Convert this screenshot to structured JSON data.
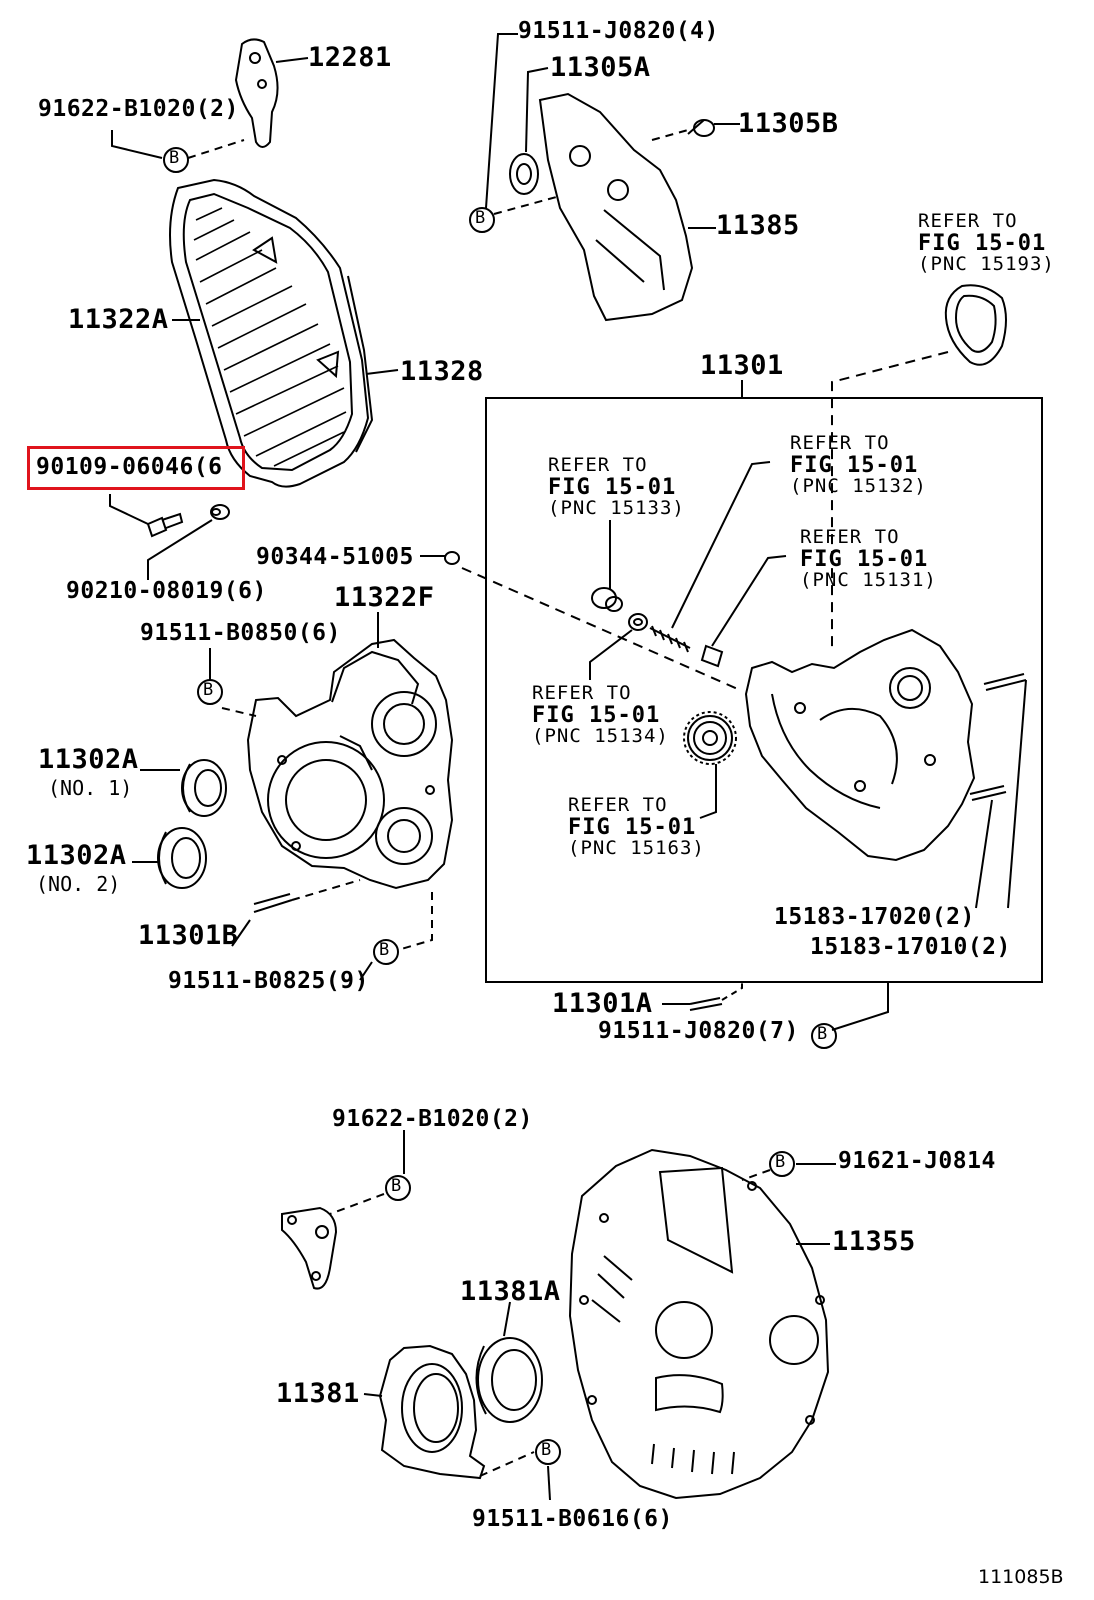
{
  "figure_id": "111085B",
  "labels": {
    "p12281": "12281",
    "p91622_top": "91622-B1020(2)",
    "p11322A": "11322A",
    "p11328": "11328",
    "p90109": "90109-06046(6",
    "p90210": "90210-08019(6)",
    "p90344": "90344-51005",
    "p11322F": "11322F",
    "p91511_B0850": "91511-B0850(6)",
    "p11302A_1": "11302A",
    "p11302A_1_sub": "(NO. 1)",
    "p11302A_2": "11302A",
    "p11302A_2_sub": "(NO. 2)",
    "p11301B": "11301B",
    "p91511_B0825": "91511-B0825(9)",
    "p91511_J0820_4": "91511-J0820(4)",
    "p11305A": "11305A",
    "p11305B": "11305B",
    "p11385": "11385",
    "p11301": "11301",
    "p15183_17020": "15183-17020(2)",
    "p15183_17010": "15183-17010(2)",
    "p11301A": "11301A",
    "p91511_J0820_7": "91511-J0820(7)",
    "p91622_bottom": "91622-B1020(2)",
    "p91621": "91621-J0814",
    "p11355": "11355",
    "p11381A": "11381A",
    "p11381": "11381",
    "p91511_B0616": "91511-B0616(6)"
  },
  "refs": {
    "r15193": {
      "l1": "REFER TO",
      "l2": "FIG 15-01",
      "l3": "(PNC 15193)"
    },
    "r15132": {
      "l1": "REFER TO",
      "l2": "FIG 15-01",
      "l3": "(PNC 15132)"
    },
    "r15133": {
      "l1": "REFER TO",
      "l2": "FIG 15-01",
      "l3": "(PNC 15133)"
    },
    "r15131": {
      "l1": "REFER TO",
      "l2": "FIG 15-01",
      "l3": "(PNC 15131)"
    },
    "r15134": {
      "l1": "REFER TO",
      "l2": "FIG 15-01",
      "l3": "(PNC 15134)"
    },
    "r15163": {
      "l1": "REFER TO",
      "l2": "FIG 15-01",
      "l3": "(PNC 15163)"
    }
  },
  "bolt_marker": "B",
  "highlight_color": "#e0141c"
}
